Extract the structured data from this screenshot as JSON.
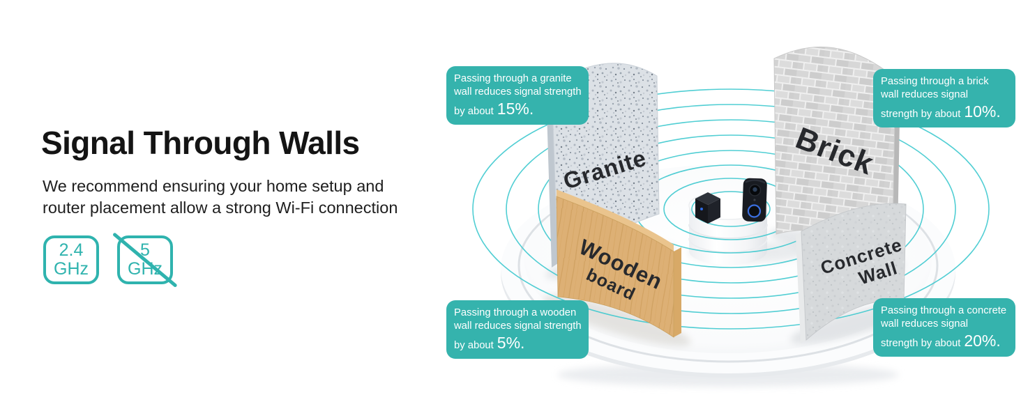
{
  "left_panel": {
    "title": "Signal Through Walls",
    "subtitle_line1": "We recommend ensuring your home setup and",
    "subtitle_line2": "router placement allow a strong Wi-Fi connection",
    "badges": {
      "ghz24": {
        "line1": "2.4",
        "line2": "GHz",
        "crossed_out": false
      },
      "ghz5": {
        "line1": "5",
        "line2": "GHz",
        "crossed_out": true
      }
    }
  },
  "callouts": {
    "granite": {
      "line1": "Passing through a granite",
      "line2": "wall reduces signal strength",
      "line3": "by about",
      "percent": "15%."
    },
    "brick": {
      "line1": "Passing through a brick",
      "line2": "wall reduces signal",
      "line3": "strength by about",
      "percent": "10%."
    },
    "wooden": {
      "line1": "Passing through a wooden",
      "line2": "wall reduces signal strength",
      "line3": "by about",
      "percent": "5%."
    },
    "concrete": {
      "line1": "Passing through a concrete",
      "line2": "wall reduces signal",
      "line3": "strength by about",
      "percent": "20%."
    }
  },
  "illustration": {
    "walls": {
      "granite": {
        "label": "Granite"
      },
      "brick": {
        "label": "Brick"
      },
      "wooden": {
        "label_line1": "Wooden",
        "label_line2": "board"
      },
      "concrete": {
        "label_line1": "Concrete",
        "label_line2": "Wall"
      }
    }
  },
  "colors": {
    "accent_teal": "#35b3ad",
    "badge_teal": "#2fb3ae",
    "ripple_cyan": "#3ec9cf",
    "wood": "#ddb075",
    "granite_base": "#dce1e6",
    "brick_mortar": "#efefef",
    "concrete_base": "#d6d9db",
    "text_dark": "#141414"
  }
}
